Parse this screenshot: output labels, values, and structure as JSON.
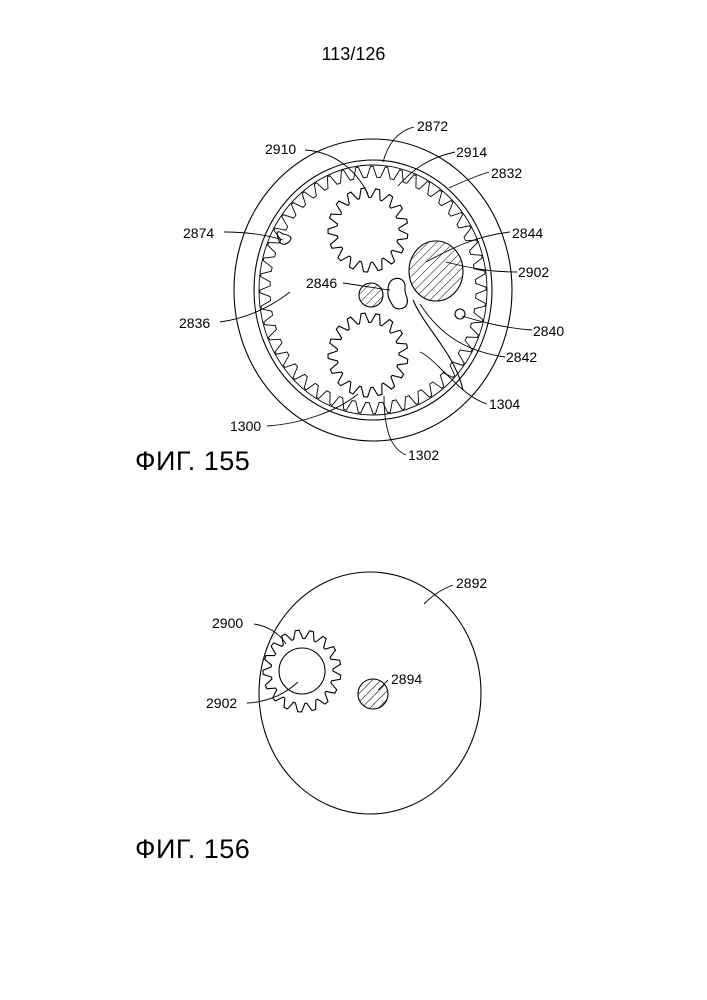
{
  "page_number": "113/126",
  "figures": [
    {
      "label": "ФИГ. 155",
      "callouts": [
        "2872",
        "2910",
        "2914",
        "2832",
        "2874",
        "2844",
        "2902",
        "2846",
        "2836",
        "2840",
        "2842",
        "1304",
        "1300",
        "1302"
      ]
    },
    {
      "label": "ФИГ. 156",
      "callouts": [
        "2892",
        "2900",
        "2894",
        "2902"
      ]
    }
  ]
}
